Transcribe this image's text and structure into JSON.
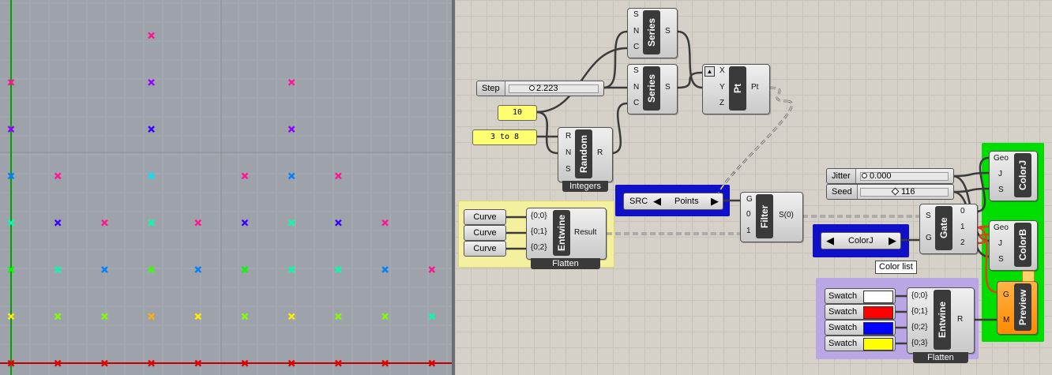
{
  "viewport": {
    "grid_bg": "#9ea3ab",
    "points": [
      {
        "c": "#ff1493",
        "col": 3,
        "row": 0
      },
      {
        "c": "#ff1493",
        "col": 0,
        "row": 1
      },
      {
        "c": "#9400ff",
        "col": 3,
        "row": 1
      },
      {
        "c": "#ff1493",
        "col": 6,
        "row": 1
      },
      {
        "c": "#9400ff",
        "col": 0,
        "row": 2
      },
      {
        "c": "#3a00ff",
        "col": 3,
        "row": 2
      },
      {
        "c": "#9400ff",
        "col": 6,
        "row": 2
      },
      {
        "c": "#0080ff",
        "col": 0,
        "row": 3
      },
      {
        "c": "#ff1493",
        "col": 1,
        "row": 3
      },
      {
        "c": "#00e5ff",
        "col": 3,
        "row": 3
      },
      {
        "c": "#ff1493",
        "col": 5,
        "row": 3
      },
      {
        "c": "#0080ff",
        "col": 6,
        "row": 3
      },
      {
        "c": "#ff1493",
        "col": 7,
        "row": 3
      },
      {
        "c": "#00ffaa",
        "col": 0,
        "row": 4
      },
      {
        "c": "#3a00ff",
        "col": 1,
        "row": 4
      },
      {
        "c": "#ff1493",
        "col": 2,
        "row": 4
      },
      {
        "c": "#00ffaa",
        "col": 3,
        "row": 4
      },
      {
        "c": "#ff1493",
        "col": 4,
        "row": 4
      },
      {
        "c": "#3a00ff",
        "col": 5,
        "row": 4
      },
      {
        "c": "#00ffaa",
        "col": 6,
        "row": 4
      },
      {
        "c": "#3a00ff",
        "col": 7,
        "row": 4
      },
      {
        "c": "#ff1493",
        "col": 8,
        "row": 4
      },
      {
        "c": "#00ff00",
        "col": 0,
        "row": 5
      },
      {
        "c": "#00ffaa",
        "col": 1,
        "row": 5
      },
      {
        "c": "#0080ff",
        "col": 2,
        "row": 5
      },
      {
        "c": "#3aff00",
        "col": 3,
        "row": 5
      },
      {
        "c": "#0080ff",
        "col": 4,
        "row": 5
      },
      {
        "c": "#00ff00",
        "col": 5,
        "row": 5
      },
      {
        "c": "#00ffaa",
        "col": 6,
        "row": 5
      },
      {
        "c": "#00ffaa",
        "col": 7,
        "row": 5
      },
      {
        "c": "#0080ff",
        "col": 8,
        "row": 5
      },
      {
        "c": "#ff1493",
        "col": 9,
        "row": 5
      },
      {
        "c": "#ffee00",
        "col": 0,
        "row": 6
      },
      {
        "c": "#7fff00",
        "col": 1,
        "row": 6
      },
      {
        "c": "#7fff00",
        "col": 2,
        "row": 6
      },
      {
        "c": "#ffb000",
        "col": 3,
        "row": 6
      },
      {
        "c": "#ffee00",
        "col": 4,
        "row": 6
      },
      {
        "c": "#7fff00",
        "col": 5,
        "row": 6
      },
      {
        "c": "#ffee00",
        "col": 6,
        "row": 6
      },
      {
        "c": "#7fff00",
        "col": 7,
        "row": 6
      },
      {
        "c": "#7fff00",
        "col": 8,
        "row": 6
      },
      {
        "c": "#00ffaa",
        "col": 9,
        "row": 6
      },
      {
        "c": "#e00000",
        "col": 0,
        "row": 7
      },
      {
        "c": "#e00000",
        "col": 1,
        "row": 7
      },
      {
        "c": "#e00000",
        "col": 2,
        "row": 7
      },
      {
        "c": "#e00000",
        "col": 3,
        "row": 7
      },
      {
        "c": "#e00000",
        "col": 4,
        "row": 7
      },
      {
        "c": "#e00000",
        "col": 5,
        "row": 7
      },
      {
        "c": "#e00000",
        "col": 6,
        "row": 7
      },
      {
        "c": "#e00000",
        "col": 7,
        "row": 7
      },
      {
        "c": "#e00000",
        "col": 8,
        "row": 7
      },
      {
        "c": "#e00000",
        "col": 9,
        "row": 7
      }
    ]
  },
  "nodes": {
    "step": {
      "label": "Step",
      "value": "2.223"
    },
    "panel_ten": "10",
    "panel_range": "3 to 8",
    "random": {
      "title": "Random",
      "tag": "Integers",
      "in": [
        "R",
        "N",
        "S"
      ],
      "out": [
        "R"
      ]
    },
    "series1": {
      "title": "Series",
      "in": [
        "S",
        "N",
        "C"
      ],
      "out": [
        "S"
      ]
    },
    "series2": {
      "title": "Series",
      "in": [
        "S",
        "N",
        "C"
      ],
      "out": [
        "S"
      ]
    },
    "pt": {
      "title": "Pt",
      "in": [
        "X",
        "Y",
        "Z"
      ],
      "out": [
        "Pt"
      ]
    },
    "curves": [
      "Curve",
      "Curve",
      "Curve"
    ],
    "entwine1": {
      "title": "Entwine",
      "tag": "Flatten",
      "in": [
        "{0;0}",
        "{0;1}",
        "{0;2}"
      ],
      "out": [
        "Result"
      ]
    },
    "src_list": {
      "label": "SRC",
      "value": "Points",
      "left": "◀",
      "right": "▶"
    },
    "filter": {
      "title": "Filter",
      "in": [
        "G",
        "0",
        "1"
      ],
      "out": [
        "S(0)"
      ]
    },
    "colorj_list": {
      "value": "ColorJ",
      "left": "◀",
      "right": "▶"
    },
    "jitter": {
      "label": "Jitter",
      "value": "0.000"
    },
    "seed": {
      "label": "Seed",
      "value": "116"
    },
    "gate": {
      "title": "Gate",
      "in": [
        "S",
        "G"
      ],
      "out": [
        "0",
        "1",
        "2"
      ]
    },
    "colorj": {
      "title": "ColorJ",
      "in": [
        "Geo",
        "J",
        "S"
      ]
    },
    "colorb": {
      "title": "ColorB",
      "in": [
        "Geo",
        "J",
        "S"
      ]
    },
    "preview": {
      "title": "Preview",
      "in": [
        "G",
        "M"
      ]
    },
    "tooltip": "Color list",
    "swatches": [
      {
        "label": "Swatch",
        "color": "#ffffff"
      },
      {
        "label": "Swatch",
        "color": "#ff0000"
      },
      {
        "label": "Swatch",
        "color": "#0000ff"
      },
      {
        "label": "Swatch",
        "color": "#ffff00"
      }
    ],
    "entwine2": {
      "title": "Entwine",
      "tag": "Flatten",
      "in": [
        "{0;0}",
        "{0;1}",
        "{0;2}",
        "{0;3}"
      ],
      "out": [
        "R"
      ]
    }
  },
  "colors": {
    "group_blue": "#1010c8",
    "group_green": "#00dd00",
    "group_purple": "#b9a6e4",
    "group_yellow": "#f4f0a0"
  }
}
